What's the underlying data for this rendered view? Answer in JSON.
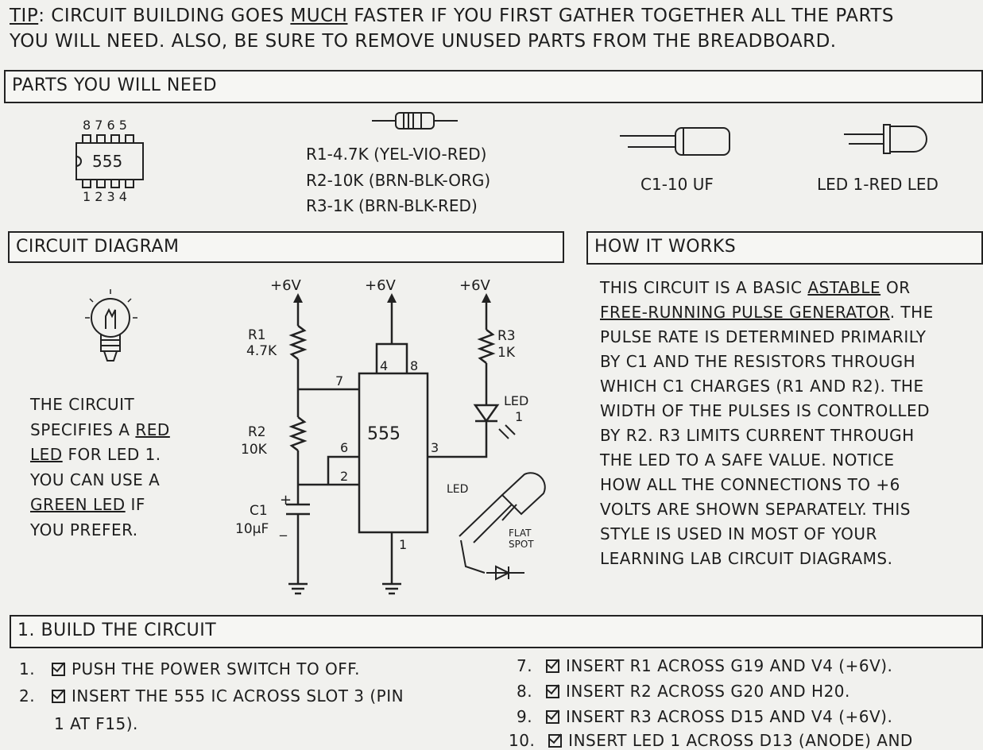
{
  "tip": {
    "label": "TIP",
    "line1_a": ": CIRCUIT BUILDING GOES ",
    "line1_em": "MUCH",
    "line1_b": " FASTER IF YOU FIRST GATHER TOGETHER ALL THE PARTS",
    "line2": "YOU WILL NEED. ALSO, BE SURE TO REMOVE UNUSED PARTS FROM THE BREADBOARD."
  },
  "parts": {
    "header": "PARTS YOU WILL NEED",
    "ic_pins_top": "8 7 6 5",
    "ic_label": "555",
    "ic_pins_bottom": "1 2 3 4",
    "r1": "R1-4.7K (YEL-VIO-RED)",
    "r2": "R2-10K (BRN-BLK-ORG)",
    "r3": "R3-1K (BRN-BLK-RED)",
    "c1": "C1-10 UF",
    "led": "LED 1-RED LED"
  },
  "diagram": {
    "header": "CIRCUIT DIAGRAM",
    "v1": "+6V",
    "v2": "+6V",
    "v3": "+6V",
    "r1_name": "R1",
    "r1_val": "4.7K",
    "r2_name": "R2",
    "r2_val": "10K",
    "r3_name": "R3",
    "r3_val": "1K",
    "c1_name": "C1",
    "c1_val": "10μF",
    "plus": "+",
    "minus": "_",
    "chip": "555",
    "pin4": "4",
    "pin8": "8",
    "pin7": "7",
    "pin6": "6",
    "pin2": "2",
    "pin3": "3",
    "pin1": "1",
    "led_name": "LED",
    "led_num": "1",
    "led_pic_label": "LED",
    "flat": "FLAT",
    "spot": "SPOT"
  },
  "side_note": {
    "l1": "THE CIRCUIT",
    "l2a": "SPECIFIES A ",
    "l2b": "RED",
    "l3a": "LED",
    "l3b": " FOR LED 1.",
    "l4": "YOU CAN USE A",
    "l5a": "GREEN LED",
    "l5b": " IF",
    "l6": "YOU PREFER."
  },
  "how": {
    "header": "HOW IT WORKS",
    "l1a": "THIS CIRCUIT IS A BASIC ",
    "l1b": "ASTABLE",
    "l1c": " OR",
    "l2a": "FREE-RUNNING PULSE GENERATOR",
    "l2b": ". THE",
    "l3": "PULSE RATE IS DETERMINED PRIMARILY",
    "l4": "BY C1 AND THE RESISTORS THROUGH",
    "l5": "WHICH C1 CHARGES (R1 AND R2). THE",
    "l6": "WIDTH OF THE PULSES IS CONTROLLED",
    "l7": "BY R2. R3 LIMITS CURRENT THROUGH",
    "l8": "THE LED TO A SAFE VALUE. NOTICE",
    "l9": "HOW ALL THE CONNECTIONS TO +6",
    "l10": "VOLTS ARE SHOWN SEPARATELY. THIS",
    "l11": "STYLE IS USED IN MOST OF YOUR",
    "l12": "LEARNING LAB CIRCUIT DIAGRAMS."
  },
  "build": {
    "header": "1. BUILD THE CIRCUIT",
    "steps": [
      {
        "num": "1.",
        "text": "PUSH THE POWER SWITCH TO OFF."
      },
      {
        "num": "2.",
        "text": "INSERT THE 555 IC ACROSS SLOT 3 (PIN"
      },
      {
        "num": "",
        "text": "1 AT F15)."
      },
      {
        "num": "7.",
        "text": "INSERT R1 ACROSS G19 AND V4 (+6V)."
      },
      {
        "num": "8.",
        "text": "INSERT R2 ACROSS G20 AND H20."
      },
      {
        "num": "9.",
        "text": "INSERT R3 ACROSS D15 AND V4 (+6V)."
      },
      {
        "num": "10.",
        "text": "INSERT LED 1 ACROSS D13 (ANODE) AND"
      }
    ]
  }
}
